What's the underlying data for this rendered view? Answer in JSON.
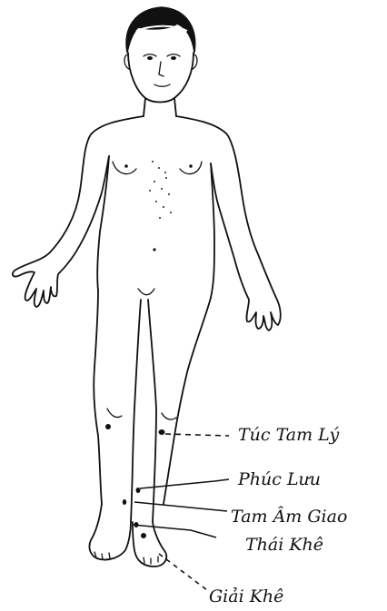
{
  "figure": {
    "labels": [
      {
        "id": "tuc-tam-ly",
        "text": "Túc Tam Lý"
      },
      {
        "id": "phuc-luu",
        "text": "Phúc Lưu"
      },
      {
        "id": "tam-am-giao",
        "text": "Tam Âm Giao"
      },
      {
        "id": "thai-khe",
        "text": "Thái Khê"
      },
      {
        "id": "giai-khe",
        "text": "Giải Khê"
      }
    ]
  }
}
